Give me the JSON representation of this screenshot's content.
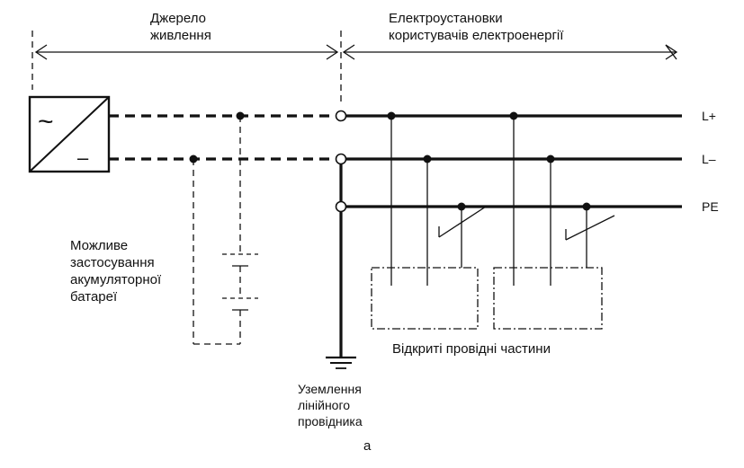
{
  "source_label": [
    "Джерело",
    "живлення"
  ],
  "consumers_label": [
    "Електроустановки",
    "користувачів електроенергії"
  ],
  "converter_symbols": {
    "ac": "~",
    "dc": "–"
  },
  "conductors": {
    "l_plus": "L+",
    "l_minus": "L–",
    "pe": "PE"
  },
  "battery_label": [
    "Можливе",
    "застосування",
    "акумуляторної",
    "батареї"
  ],
  "exposed_parts_label": "Відкриті провідні частини",
  "earthing_label": [
    "Уземлення",
    "лінійного",
    "провідника"
  ],
  "caption": "а"
}
